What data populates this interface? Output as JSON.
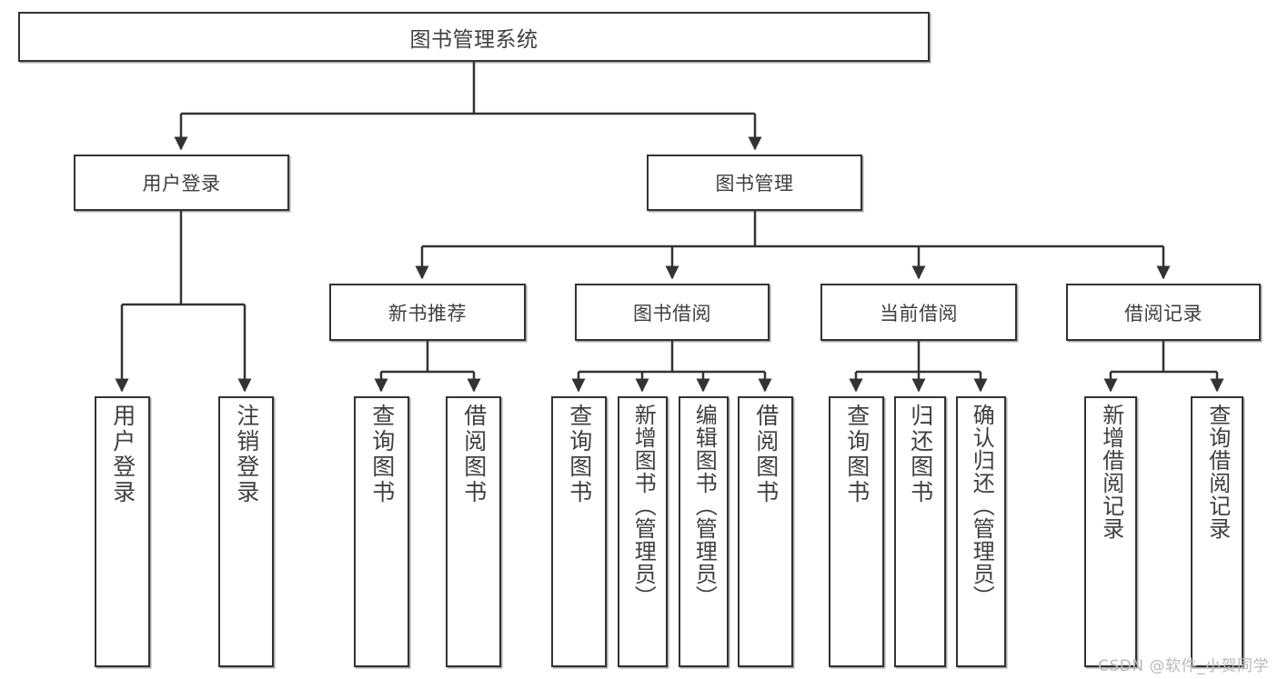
{
  "diagram": {
    "title": "图书管理系统",
    "type": "tree-hierarchy-diagram",
    "root": {
      "id": "root",
      "label": "图书管理系统"
    },
    "level2": [
      {
        "id": "user-login",
        "label": "用户登录"
      },
      {
        "id": "book-manage",
        "label": "图书管理"
      }
    ],
    "level3": [
      {
        "id": "new-book-recommend",
        "label": "新书推荐"
      },
      {
        "id": "book-borrow",
        "label": "图书借阅"
      },
      {
        "id": "current-borrow",
        "label": "当前借阅"
      },
      {
        "id": "borrow-record",
        "label": "借阅记录"
      }
    ],
    "leaves": {
      "user_login": [
        {
          "id": "leaf-user-login",
          "label": "用户登录"
        },
        {
          "id": "leaf-logout",
          "label": "注销登录"
        }
      ],
      "new_book_recommend": [
        {
          "id": "leaf-query-book-1",
          "label": "查询图书"
        },
        {
          "id": "leaf-borrow-book-1",
          "label": "借阅图书"
        }
      ],
      "book_borrow": [
        {
          "id": "leaf-query-book-2",
          "label": "查询图书"
        },
        {
          "id": "leaf-add-book",
          "label": "新增图书（管理员）"
        },
        {
          "id": "leaf-edit-book",
          "label": "编辑图书（管理员）"
        },
        {
          "id": "leaf-borrow-book-2",
          "label": "借阅图书"
        }
      ],
      "current_borrow": [
        {
          "id": "leaf-query-book-3",
          "label": "查询图书"
        },
        {
          "id": "leaf-return-book",
          "label": "归还图书"
        },
        {
          "id": "leaf-confirm-return",
          "label": "确认归还（管理员）"
        }
      ],
      "borrow_record": [
        {
          "id": "leaf-add-record",
          "label": "新增借阅记录"
        },
        {
          "id": "leaf-query-record",
          "label": "查询借阅记录"
        }
      ]
    }
  },
  "watermark": {
    "text": "CSDN @软件_小贺同学"
  },
  "colors": {
    "stroke": "#333333",
    "text": "#3f3f3f",
    "background": "#ffffff",
    "watermark": "#b9b9b9"
  }
}
